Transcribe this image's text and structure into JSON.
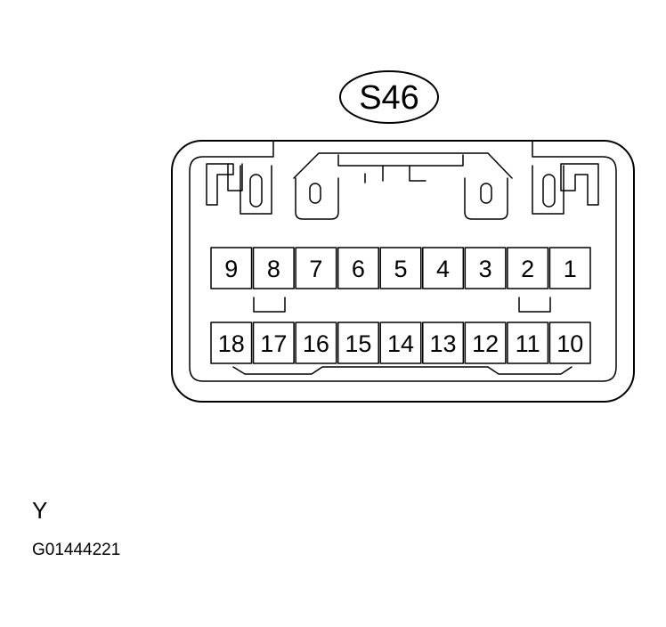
{
  "connector": {
    "label": "S46",
    "terminals_top_row": [
      "9",
      "8",
      "7",
      "6",
      "5",
      "4",
      "3",
      "2",
      "1"
    ],
    "terminals_bottom_row": [
      "18",
      "17",
      "16",
      "15",
      "14",
      "13",
      "12",
      "11",
      "10"
    ]
  },
  "color_code": "Y",
  "figure_id": "G01444221"
}
